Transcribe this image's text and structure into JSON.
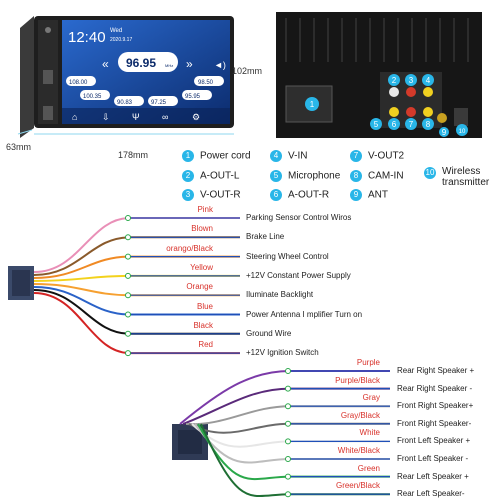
{
  "dimensions": {
    "height": "102mm",
    "depth": "63mm",
    "width": "178mm"
  },
  "screen": {
    "time": "12:40",
    "day": "Wed",
    "date": "2020.9.17",
    "main_freq": "96.95",
    "unit": "MHz",
    "presets": [
      "108.00",
      "98.50",
      "100.35",
      "90.83",
      "97.25",
      "95.95"
    ]
  },
  "back_ports": [
    "1",
    "2",
    "3",
    "4",
    "5",
    "6",
    "7",
    "8",
    "9",
    "10"
  ],
  "legend": [
    {
      "num": "1",
      "label": "Power cord"
    },
    {
      "num": "2",
      "label": "A-OUT-L"
    },
    {
      "num": "3",
      "label": "V-OUT-R"
    },
    {
      "num": "4",
      "label": "V-IN"
    },
    {
      "num": "5",
      "label": "Microphone"
    },
    {
      "num": "6",
      "label": "A-OUT-R"
    },
    {
      "num": "7",
      "label": "V-OUT2"
    },
    {
      "num": "8",
      "label": "CAM-IN"
    },
    {
      "num": "9",
      "label": "ANT"
    },
    {
      "num": "10",
      "label": "Wireless transmitter"
    }
  ],
  "harness_wires": [
    {
      "color_name": "Pink",
      "function": "Parking Sensor Control Wiros",
      "color": "#e98fb7"
    },
    {
      "color_name": "Blown",
      "function": "Brake Line",
      "color": "#8a5a2b"
    },
    {
      "color_name": "orango/Black",
      "function": "Steering Wheel Control",
      "color": "#f08a24"
    },
    {
      "color_name": "Yellow",
      "function": "+12V Constant Power Supply",
      "color": "#f3d21c"
    },
    {
      "color_name": "Orange",
      "function": "Iluminate Backlight",
      "color": "#f6a030"
    },
    {
      "color_name": "Blue",
      "function": "Power Antenna I mplifier Turn on",
      "color": "#2a62c8"
    },
    {
      "color_name": "Black",
      "function": "Ground Wire",
      "color": "#111111"
    },
    {
      "color_name": "Red",
      "function": "+12V Ignition Switch",
      "color": "#d42424"
    }
  ],
  "speaker_wires": [
    {
      "color_name": "Purple",
      "function": "Rear Right Speaker +",
      "color": "#7b3aa8"
    },
    {
      "color_name": "Purple/Black",
      "function": "Rear Right Speaker -",
      "color": "#5a2a7a"
    },
    {
      "color_name": "Gray",
      "function": "Front Right Speaker+",
      "color": "#9a9a9a"
    },
    {
      "color_name": "Gray/Black",
      "function": "Front Right Speaker-",
      "color": "#6a6a6a"
    },
    {
      "color_name": "White",
      "function": "Front Left Speaker +",
      "color": "#e6e6e6"
    },
    {
      "color_name": "White/Black",
      "function": "Front Left Speaker -",
      "color": "#bdbdbd"
    },
    {
      "color_name": "Green",
      "function": "Rear Left Speaker +",
      "color": "#2aa84a"
    },
    {
      "color_name": "Green/Black",
      "function": "Rear Left Speaker-",
      "color": "#1f6f34"
    }
  ],
  "colors": {
    "accent": "#29b6e8",
    "label_red": "#d8322b"
  }
}
